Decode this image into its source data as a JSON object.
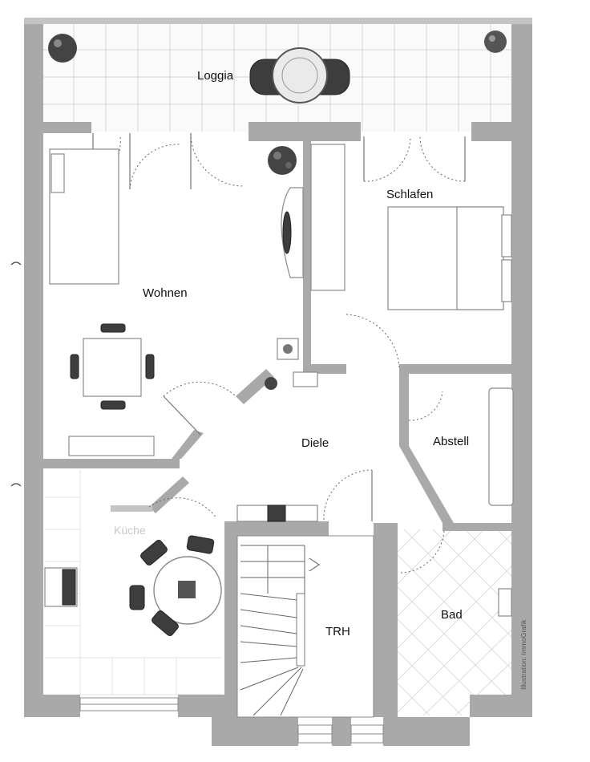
{
  "floor_plan": {
    "rooms": {
      "loggia": "Loggia",
      "wohnen": "Wohnen",
      "schlafen": "Schlafen",
      "diele": "Diele",
      "abstell": "Abstell",
      "kueche": "Küche",
      "bad": "Bad",
      "trh": "TRH"
    },
    "credit": "Illustration: ImmoGrafik"
  }
}
